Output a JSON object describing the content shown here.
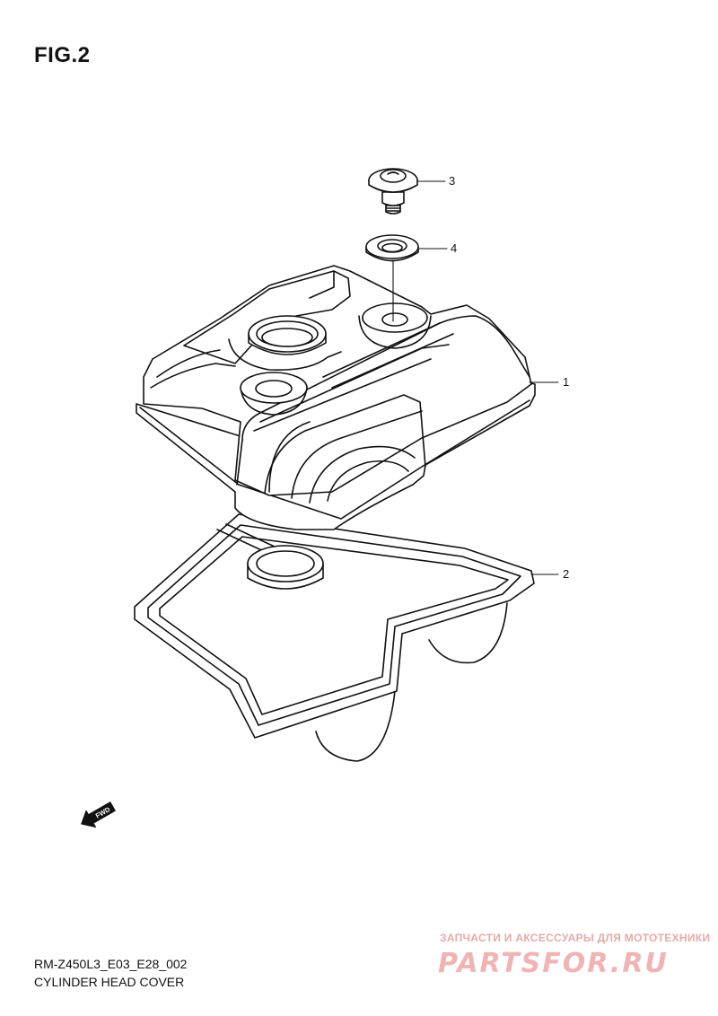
{
  "figure": {
    "title": "FIG.2"
  },
  "callouts": [
    {
      "id": "3",
      "label": "3"
    },
    {
      "id": "4",
      "label": "4"
    },
    {
      "id": "1",
      "label": "1"
    },
    {
      "id": "2",
      "label": "2"
    }
  ],
  "fwd_badge": {
    "label": "FWD"
  },
  "footer": {
    "code": "RM-Z450L3_E03_E28_002",
    "name": "CYLINDER HEAD COVER"
  },
  "watermark": {
    "tagline": "ЗАПЧАСТИ И АКСЕССУАРЫ ДЛЯ МОТОТЕХНИКИ",
    "logo": "PARTSFOR.RU"
  }
}
